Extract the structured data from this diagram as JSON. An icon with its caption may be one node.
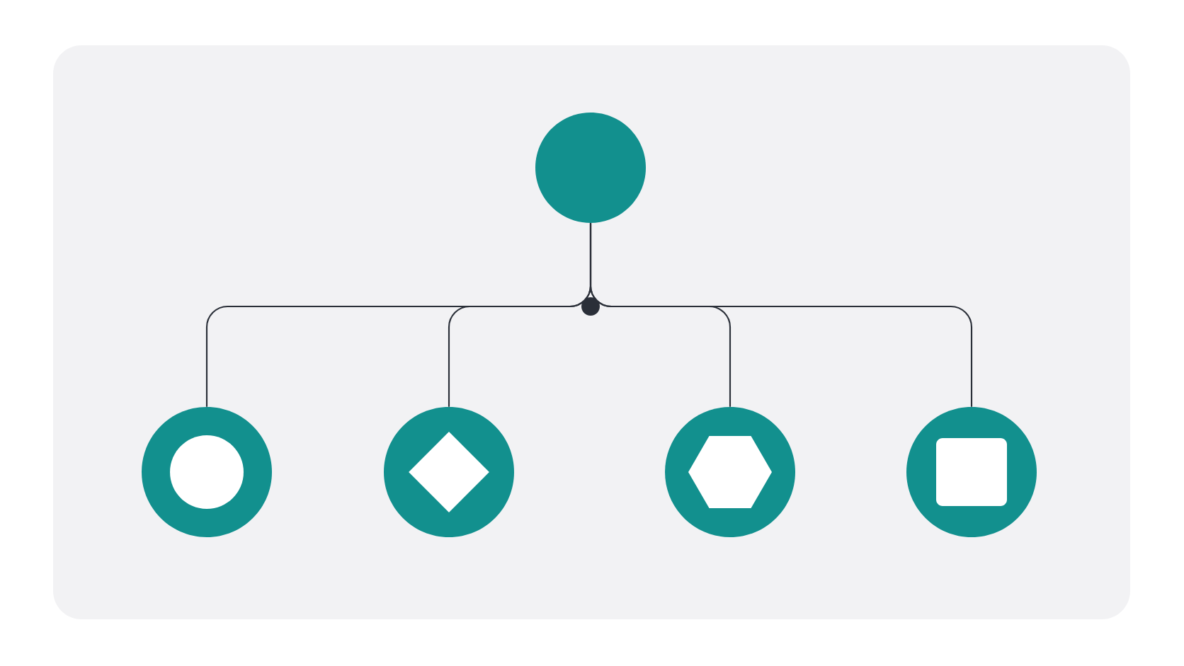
{
  "diagram": {
    "nodes": [
      {
        "text": [],
        "shape": "circle"
      },
      {
        "text": [],
        "shape": "circle"
      },
      {
        "text": [],
        "shape": "circle"
      },
      {
        "text": [],
        "shape": "circle"
      },
      {
        "text": [],
        "shape": "circle"
      },
      {
        "text": [],
        "shape": "circle",
        "in": 1
      },
      {
        "text": [],
        "shape": "diamond",
        "in": 2
      },
      {
        "text": [],
        "shape": "hexagon",
        "in": 3
      },
      {
        "text": [],
        "shape": "box",
        "in": 4
      }
    ],
    "edges": [
      {
        "from": 0,
        "to": 1,
        "arrow": "none"
      },
      {
        "from": 0,
        "to": 2,
        "arrow": "none"
      },
      {
        "from": 0,
        "to": 3,
        "arrow": "none"
      },
      {
        "from": 0,
        "to": 4,
        "arrow": "none"
      }
    ]
  }
}
